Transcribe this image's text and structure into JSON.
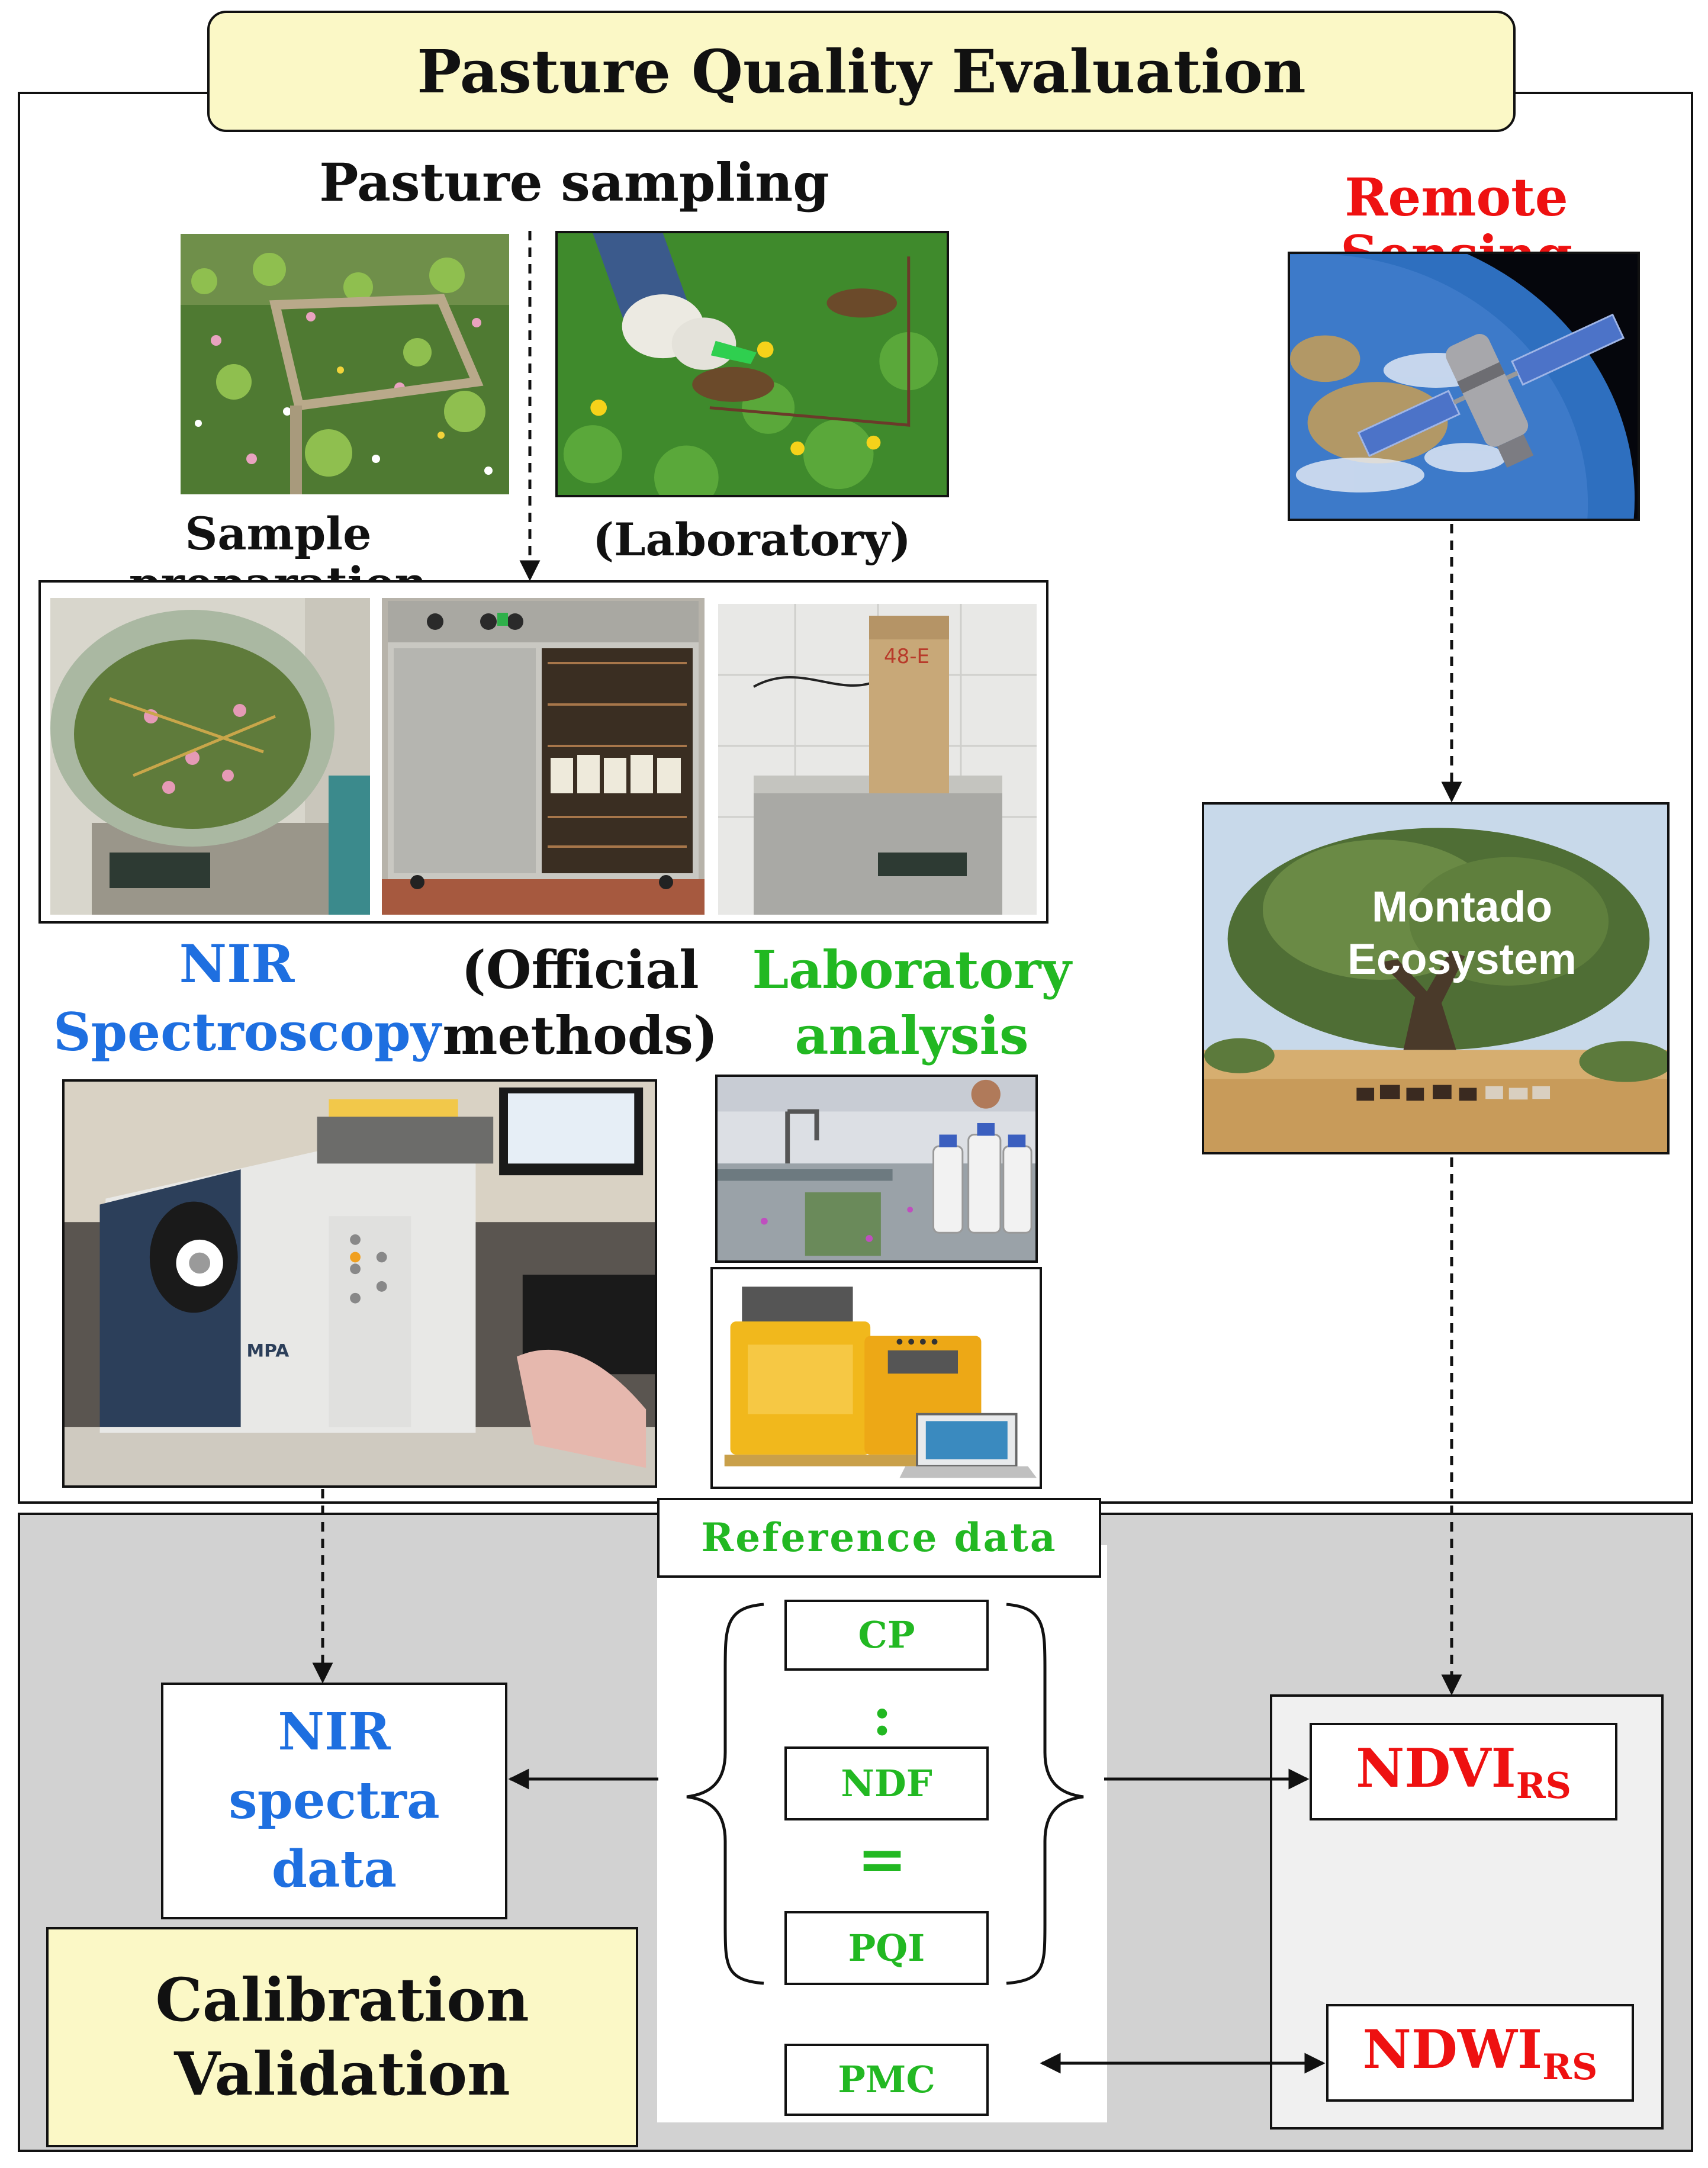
{
  "title": "Pasture Quality Evaluation",
  "top": {
    "pasture_sampling": "Pasture sampling",
    "sample_preparation": "Sample preparation",
    "laboratory": "(Laboratory)",
    "remote_sensing": "Remote Sensing",
    "nir_spectroscopy_line1": "NIR",
    "nir_spectroscopy_line2": "Spectroscopy",
    "official_methods_line1": "(Official",
    "official_methods_line2": "methods)",
    "laboratory_analysis_line1": "Laboratory",
    "laboratory_analysis_line2": "analysis",
    "montado_line1": "Montado",
    "montado_line2": "Ecosystem",
    "oven_bag_label": "48-E",
    "nir_device_label": "MPA"
  },
  "bottom": {
    "reference_data": "Reference data",
    "cp": "CP",
    "colon": ":",
    "ndf": "NDF",
    "equals": "=",
    "pqi": "PQI",
    "pmc": "PMC",
    "nir_spectra_line1": "NIR",
    "nir_spectra_line2": "spectra",
    "nir_spectra_line3": "data",
    "calibration": "Calibration",
    "validation": "Validation",
    "ndvi_main": "NDVI",
    "ndvi_sub": "RS",
    "ndwi_main": "NDWI",
    "ndwi_sub": "RS"
  },
  "colors": {
    "title_fill": "#fbf8c6",
    "bottom_panel": "#d2d2d2",
    "right_panel": "#f0f0f0",
    "calibration_fill": "#fbf8c6",
    "green_text": "#22b822",
    "blue_text": "#1e6fe0",
    "red_text": "#ee1111"
  }
}
